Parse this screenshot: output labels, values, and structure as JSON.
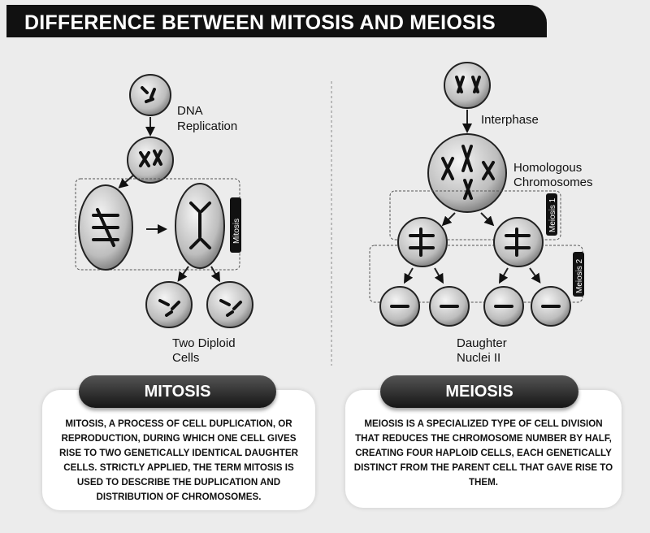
{
  "title": "DIFFERENCE BETWEEN MITOSIS AND MEIOSIS",
  "mitosis": {
    "labels": {
      "dna": "DNA",
      "replication": "Replication",
      "stage": "Mitosis",
      "result_line1": "Two Diploid",
      "result_line2": "Cells"
    },
    "heading": "MITOSIS",
    "description": "MITOSIS, A PROCESS OF CELL DUPLICATION, OR REPRODUCTION, DURING WHICH ONE CELL GIVES RISE TO TWO GENETICALLY IDENTICAL DAUGHTER CELLS. STRICTLY APPLIED, THE TERM MITOSIS IS USED TO DESCRIBE THE DUPLICATION AND DISTRIBUTION OF CHROMOSOMES."
  },
  "meiosis": {
    "labels": {
      "interphase": "Interphase",
      "homologous": "Homologous",
      "chromosomes": "Chromosomes",
      "stage1": "Meiosis 1",
      "stage2": "Meiosis 2",
      "result_line1": "Daughter",
      "result_line2": "Nuclei II"
    },
    "heading": "MEIOSIS",
    "description": "MEIOSIS IS A SPECIALIZED TYPE OF CELL DIVISION THAT REDUCES THE CHROMOSOME NUMBER BY HALF, CREATING FOUR HAPLOID CELLS, EACH GENETICALLY DISTINCT FROM THE PARENT CELL THAT GAVE RISE TO THEM."
  }
}
